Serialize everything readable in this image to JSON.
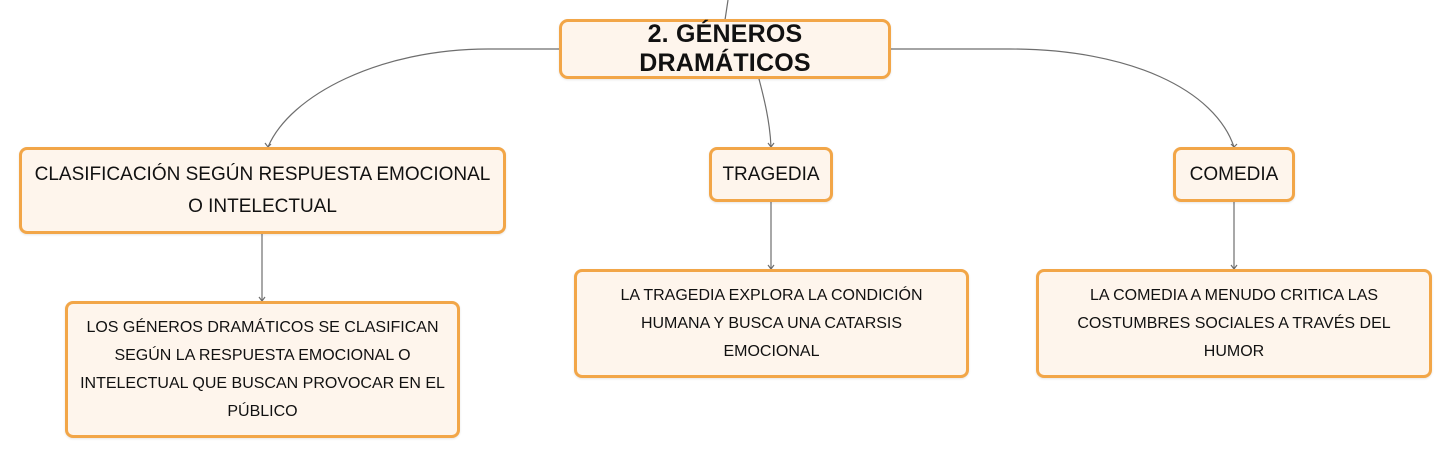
{
  "diagram": {
    "root": {
      "label": "2. GÉNEROS DRAMÁTICOS"
    },
    "branches": [
      {
        "label": "CLASIFICACIÓN SEGÚN RESPUESTA EMOCIONAL O INTELECTUAL",
        "child": "LOS GÉNEROS DRAMÁTICOS SE CLASIFICAN SEGÚN LA RESPUESTA EMOCIONAL O INTELECTUAL QUE BUSCAN PROVOCAR EN EL PÚBLICO"
      },
      {
        "label": "TRAGEDIA",
        "child": "LA TRAGEDIA EXPLORA LA CONDICIÓN HUMANA Y BUSCA UNA CATARSIS EMOCIONAL"
      },
      {
        "label": "COMEDIA",
        "child": "LA COMEDIA A MENUDO CRITICA LAS COSTUMBRES SOCIALES A TRAVÉS DEL HUMOR"
      }
    ],
    "colors": {
      "node_border": "#f2a648",
      "node_fill": "#fef5ec",
      "connector": "#6e6e6e",
      "text": "#111111"
    }
  }
}
